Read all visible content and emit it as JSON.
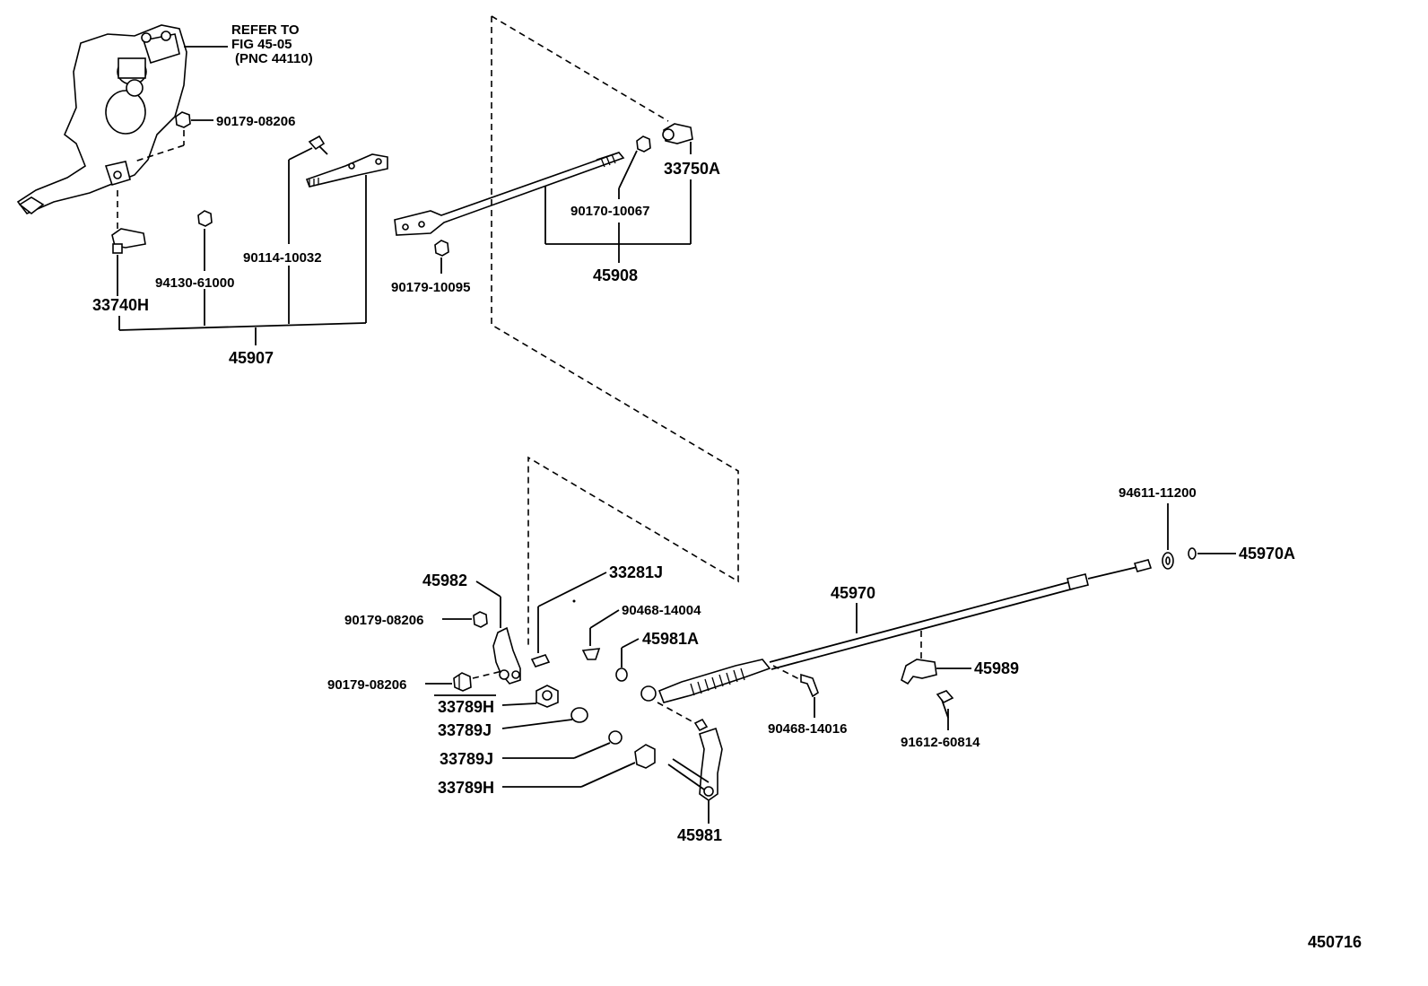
{
  "refer_note": {
    "line1": "REFER TO",
    "line2": "FIG 45-05",
    "line3": "(PNC 44110)"
  },
  "parts": {
    "p90179_08206_top": "90179-08206",
    "p33740H": "33740H",
    "p94130_61000": "94130-61000",
    "p90114_10032": "90114-10032",
    "p45907": "45907",
    "p90179_10095": "90179-10095",
    "p90170_10067": "90170-10067",
    "p45908": "45908",
    "p33750A": "33750A",
    "p94611_11200": "94611-11200",
    "p45970A": "45970A",
    "p45970": "45970",
    "p45982": "45982",
    "p33281J": "33281J",
    "p90468_14004": "90468-14004",
    "p45981A": "45981A",
    "p90179_08206_a": "90179-08206",
    "p90179_08206_b": "90179-08206",
    "p33789H_a": "33789H",
    "p33789J_a": "33789J",
    "p33789J_b": "33789J",
    "p33789H_b": "33789H",
    "p45989": "45989",
    "p90468_14016": "90468-14016",
    "p91612_60814": "91612-60814",
    "p45981": "45981"
  },
  "figure_number": "450716"
}
